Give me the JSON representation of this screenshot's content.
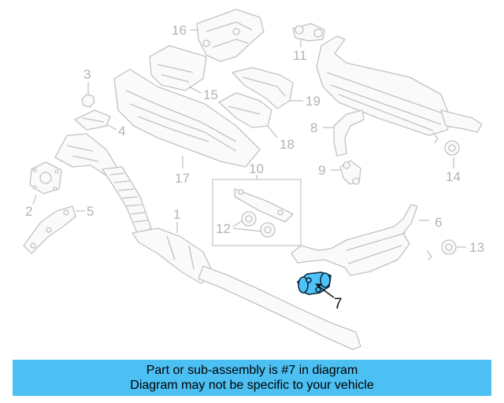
{
  "diagram": {
    "callouts": [
      {
        "id": "1",
        "label": "1"
      },
      {
        "id": "2",
        "label": "2"
      },
      {
        "id": "3",
        "label": "3"
      },
      {
        "id": "4",
        "label": "4"
      },
      {
        "id": "5",
        "label": "5"
      },
      {
        "id": "6",
        "label": "6"
      },
      {
        "id": "7",
        "label": "7"
      },
      {
        "id": "8",
        "label": "8"
      },
      {
        "id": "9",
        "label": "9"
      },
      {
        "id": "10",
        "label": "10"
      },
      {
        "id": "11",
        "label": "11"
      },
      {
        "id": "12",
        "label": "12"
      },
      {
        "id": "13",
        "label": "13"
      },
      {
        "id": "14",
        "label": "14"
      },
      {
        "id": "15",
        "label": "15"
      },
      {
        "id": "16",
        "label": "16"
      },
      {
        "id": "17",
        "label": "17"
      },
      {
        "id": "18",
        "label": "18"
      },
      {
        "id": "19",
        "label": "19"
      }
    ],
    "highlighted_part": "7",
    "colors": {
      "highlight_fill": "#4fc3f7",
      "line_gray": "#c2c2c2",
      "banner_bg": "#4cc0f2"
    }
  },
  "banner": {
    "line1": "Part or sub-assembly is #7 in diagram",
    "line2": "Diagram may not be specific to your vehicle"
  }
}
